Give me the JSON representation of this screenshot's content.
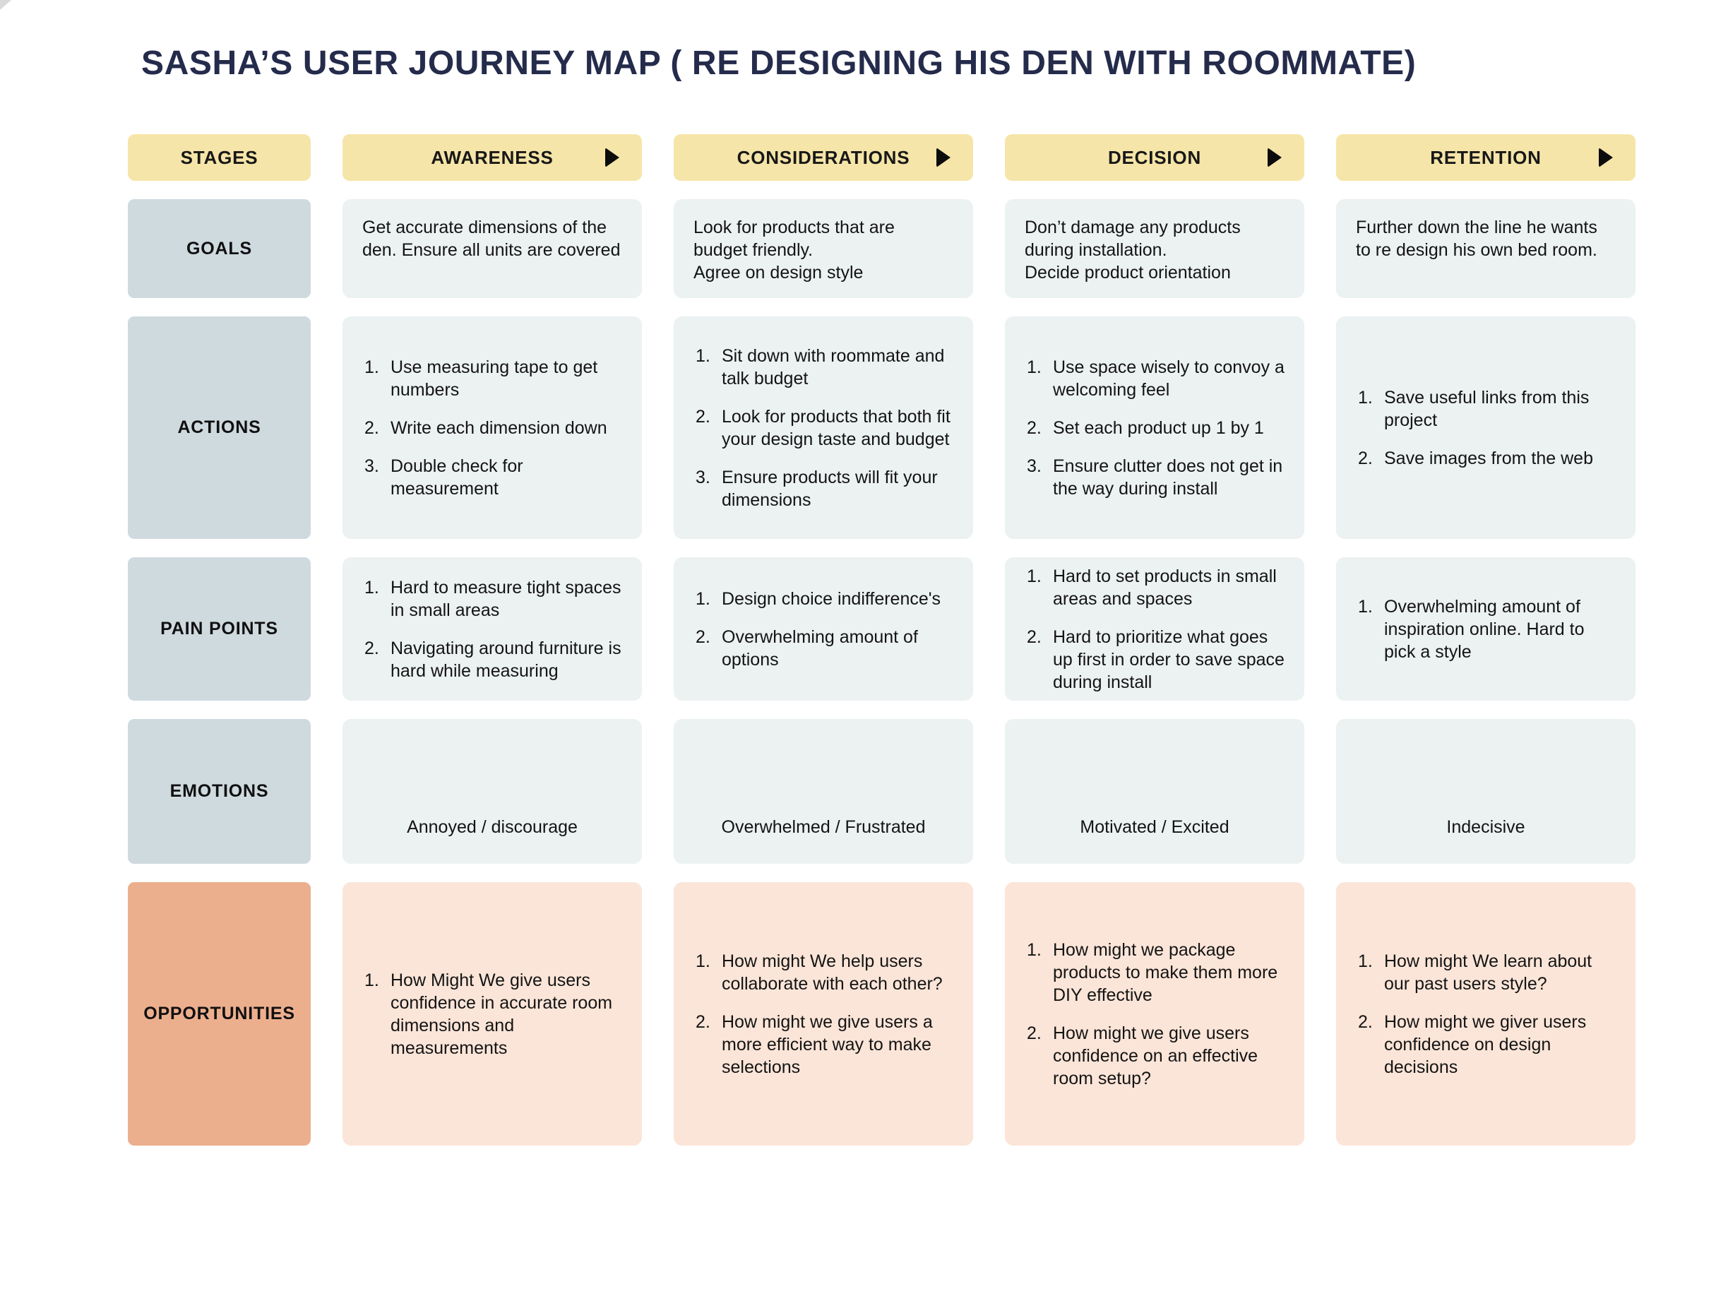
{
  "title": "SASHA’S USER JOURNEY MAP ( RE DESIGNING HIS DEN WITH ROOMMATE)",
  "headers": {
    "stages": "STAGES",
    "stage_columns": [
      "AWARENESS",
      "CONSIDERATIONS",
      "DECISION",
      "RETENTION"
    ],
    "stage_arrow_icon": "play-arrow"
  },
  "rows": {
    "goals": {
      "label": "GOALS",
      "cells": {
        "awareness": {
          "text": "Get accurate dimensions of the den. Ensure all units are covered"
        },
        "considerations": {
          "lines": [
            "Look for products that are budget friendly.",
            "Agree on design style"
          ]
        },
        "decision": {
          "lines": [
            "Don’t damage any products during installation.",
            "Decide product orientation"
          ]
        },
        "retention": {
          "text": "Further down the line he wants to re design his own bed room."
        }
      }
    },
    "actions": {
      "label": "ACTIONS",
      "cells": {
        "awareness": {
          "items": [
            "Use measuring tape to get numbers",
            "Write each dimension down",
            "Double check for measurement"
          ]
        },
        "considerations": {
          "items": [
            "Sit down with roommate and talk budget",
            "Look for products that both fit your design taste and budget",
            "Ensure products will fit your dimensions"
          ]
        },
        "decision": {
          "items": [
            "Use space wisely to convoy a welcoming feel",
            "Set each product up 1 by 1",
            "Ensure clutter does not get in the way during install"
          ]
        },
        "retention": {
          "items": [
            "Save useful links from this project",
            "Save images from the web"
          ]
        }
      }
    },
    "pain_points": {
      "label": "PAIN POINTS",
      "cells": {
        "awareness": {
          "items": [
            "Hard to measure tight spaces in small areas",
            "Navigating around furniture is hard while measuring"
          ]
        },
        "considerations": {
          "items": [
            "Design choice indifference's",
            "Overwhelming amount of options"
          ]
        },
        "decision": {
          "items": [
            "Hard to set products in small areas and spaces",
            "Hard to prioritize what goes up first in order to save space during install"
          ]
        },
        "retention": {
          "items": [
            "Overwhelming amount of inspiration online. Hard to pick a style"
          ]
        }
      }
    },
    "emotions": {
      "label": "EMOTIONS",
      "cells": {
        "awareness": {
          "text": "Annoyed / discourage"
        },
        "considerations": {
          "text": "Overwhelmed / Frustrated"
        },
        "decision": {
          "text": "Motivated / Excited"
        },
        "retention": {
          "text": "Indecisive"
        }
      }
    },
    "opportunities": {
      "label": "OPPORTUNITIES",
      "cells": {
        "awareness": {
          "items": [
            "How Might We give users confidence in accurate room dimensions and measurements"
          ]
        },
        "considerations": {
          "items": [
            "How might We help users collaborate with each other?",
            "How might we give users a more efficient way to make selections"
          ]
        },
        "decision": {
          "items": [
            "How might we package products to make them more DIY effective",
            "How might we give users confidence on an effective room setup?"
          ]
        },
        "retention": {
          "items": [
            "How might We learn about our past users style?",
            "How might we giver users confidence on design decisions"
          ]
        }
      }
    }
  },
  "colors": {
    "title_color": "#242B4B",
    "header_bg": "#F6E5A8",
    "row_label_bg": "#CFDADF",
    "opportunities_label_bg": "#ECAF8E",
    "cell_bg": "#ECF1F1",
    "opportunities_cell_bg": "#FBE5D8"
  }
}
